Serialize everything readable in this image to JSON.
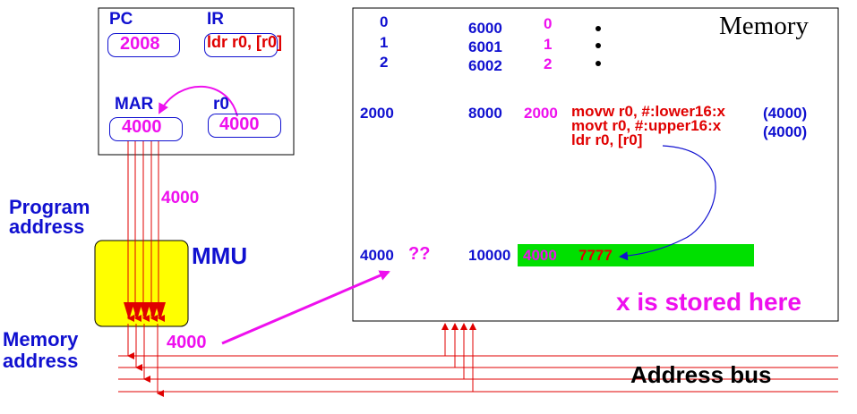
{
  "cpu": {
    "pc_label": "PC",
    "pc_value": "2008",
    "ir_label": "IR",
    "ir_value": "ldr  r0, [r0]",
    "mar_label": "MAR",
    "mar_value": "4000",
    "r0_label": "r0",
    "r0_value": "4000"
  },
  "bus_value_top": "4000",
  "program_address_label": [
    "Program",
    "address"
  ],
  "mmu_label": "MMU",
  "memory_address_label": [
    "Memory",
    "address"
  ],
  "bus_value_bottom": "4000",
  "address_bus_label": "Address bus",
  "memory": {
    "title": "Memory",
    "rows": [
      {
        "vaddr": "0",
        "paddr": "6000",
        "val": "0"
      },
      {
        "vaddr": "1",
        "paddr": "6001",
        "val": "1"
      },
      {
        "vaddr": "2",
        "paddr": "6002",
        "val": "2"
      }
    ],
    "code_vaddr": "2000",
    "code_paddr": "8000",
    "code_val": "2000",
    "code_lines": [
      {
        "text": "movw  r0, #:lower16:x",
        "annot": "(4000)"
      },
      {
        "text": "movt  r0, #:upper16:x",
        "annot": "(4000)"
      },
      {
        "text": "ldr   r0, [r0]",
        "annot": ""
      }
    ],
    "x_vaddr": "4000",
    "x_unknown": "??",
    "x_paddr": "10000",
    "x_addr": "4000",
    "x_value": "7777",
    "x_caption": "x is stored here"
  },
  "colors": {
    "blue": "#1010d0",
    "magenta": "#ee10ee",
    "red": "#e00000",
    "green": "#00e000",
    "yellow": "#ffff00"
  }
}
